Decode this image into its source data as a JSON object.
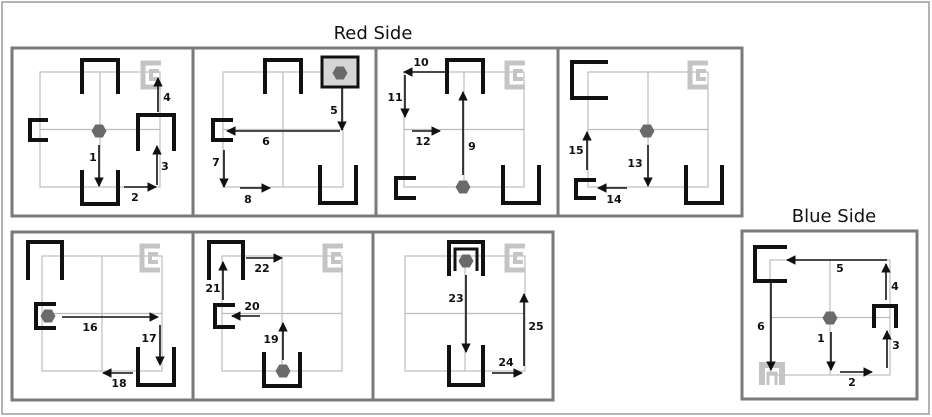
{
  "diagram": {
    "red_side_title": "Red Side",
    "blue_side_title": "Blue Side",
    "step_labels": [
      "1",
      "2",
      "3",
      "4",
      "5",
      "6",
      "7",
      "8",
      "9",
      "10",
      "11",
      "12",
      "13",
      "14",
      "15",
      "16",
      "17",
      "18",
      "19",
      "20",
      "21",
      "22",
      "23",
      "24",
      "25"
    ],
    "blue_step_labels": [
      "1",
      "2",
      "3",
      "4",
      "5",
      "6"
    ],
    "colors": {
      "border": "#7a7a7a",
      "grid": "#bdbdbd",
      "bracket_black": "#111111",
      "bracket_gray": "#c4c4c4",
      "marker": "#6a6a6a",
      "arrow": "#111111"
    }
  }
}
